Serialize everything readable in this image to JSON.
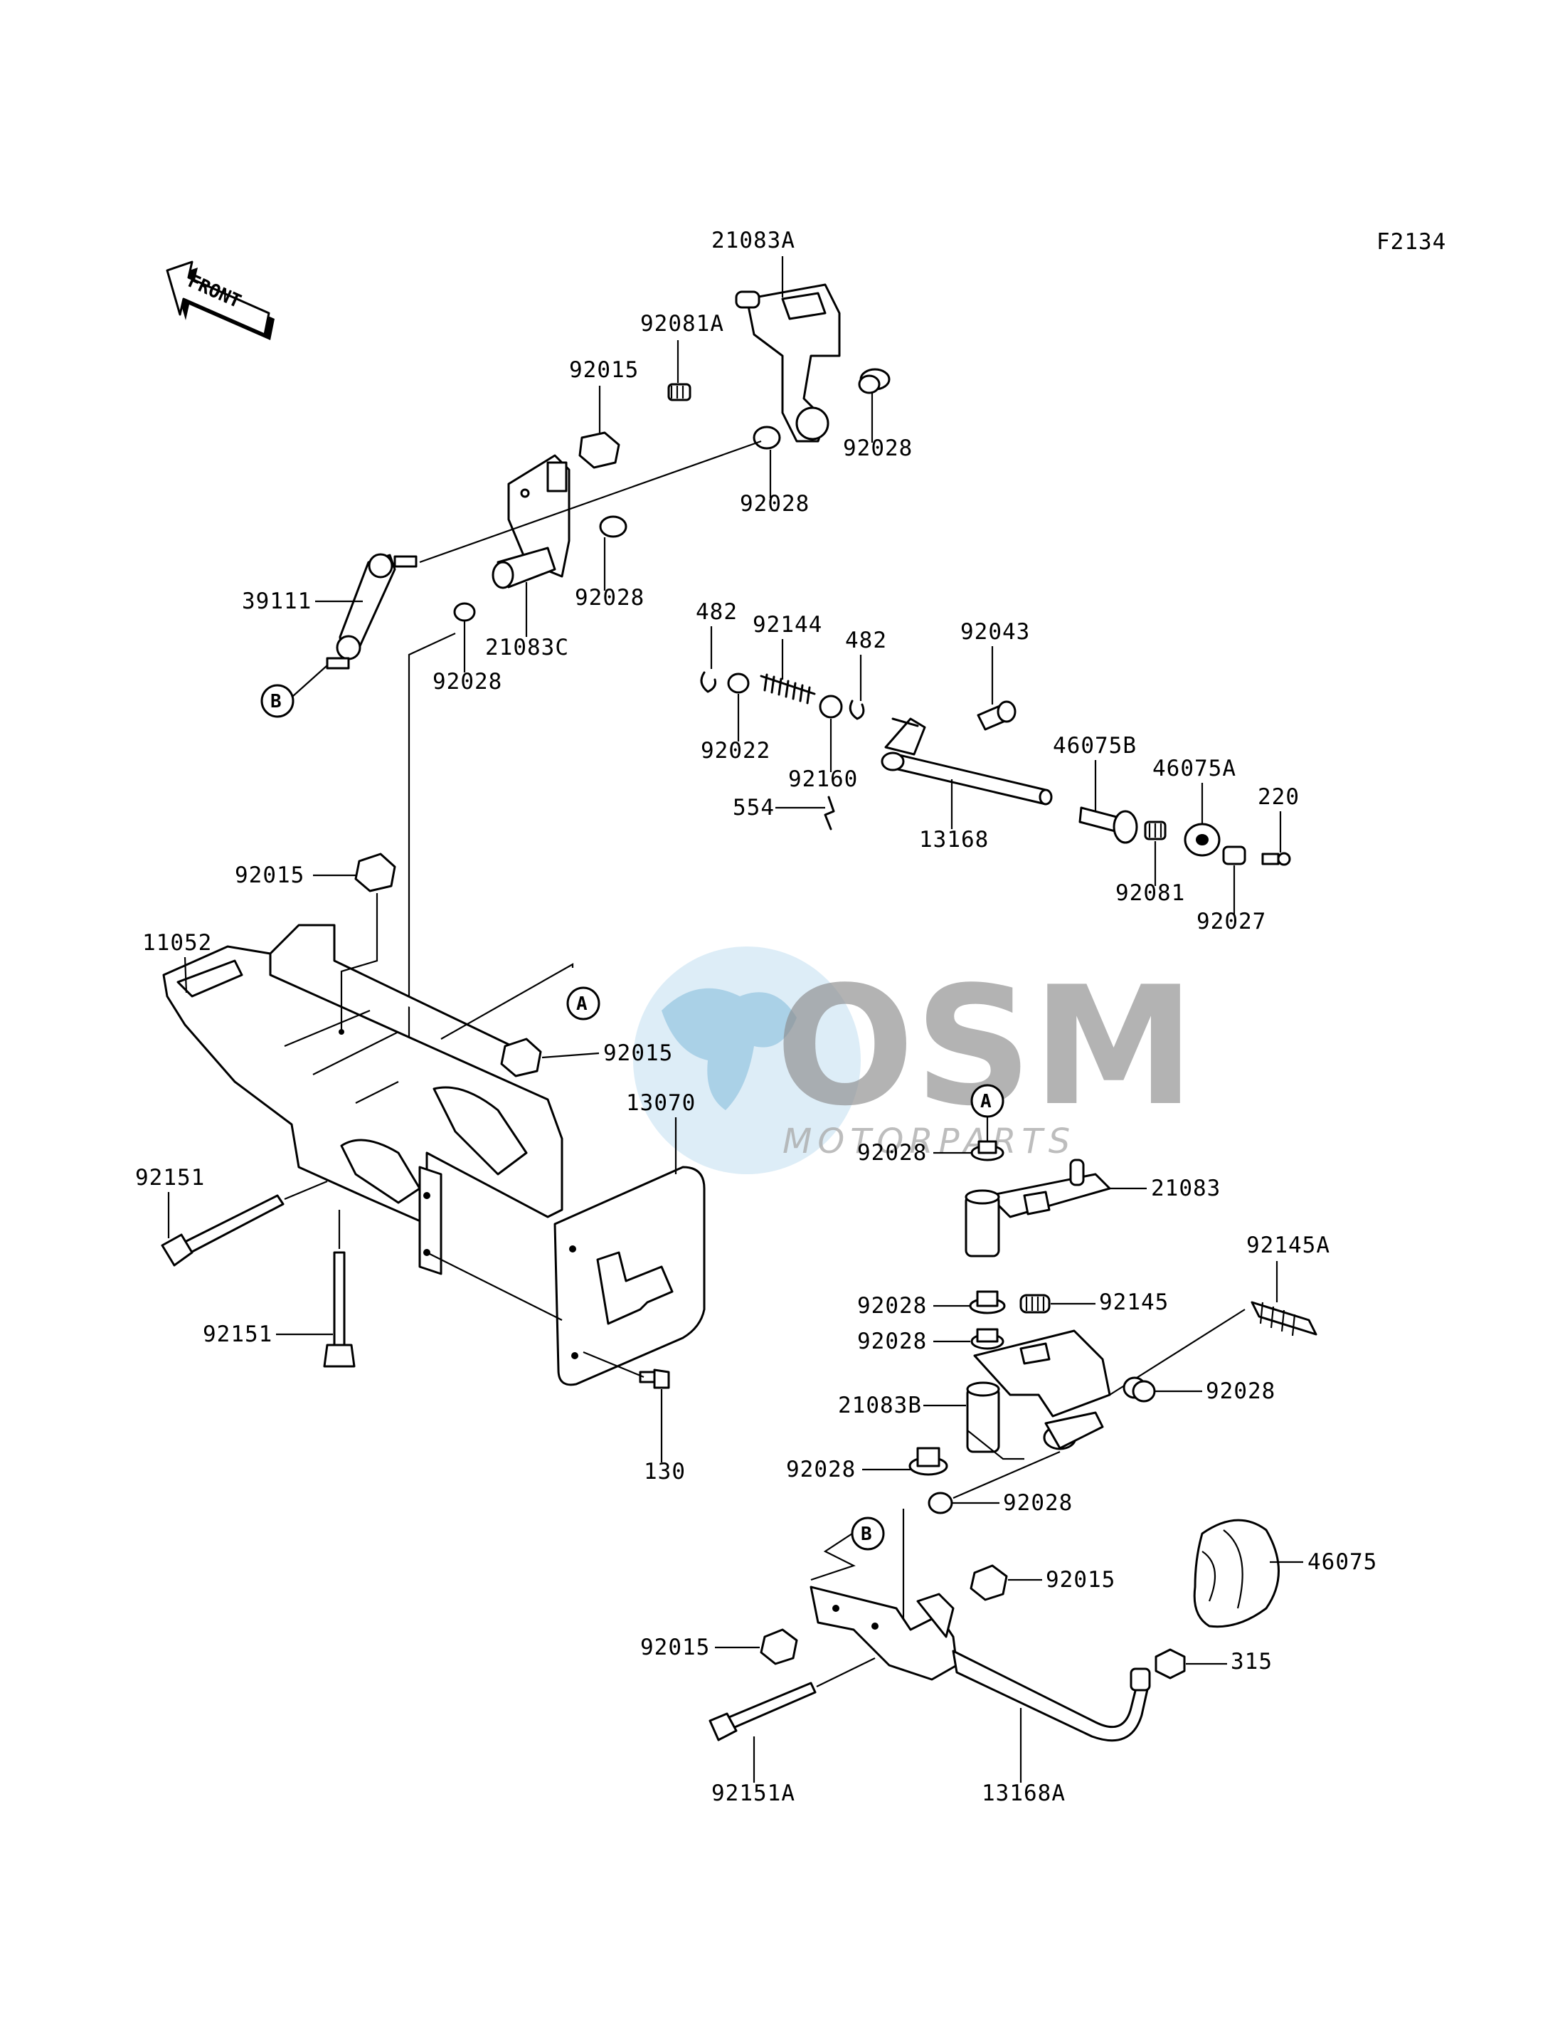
{
  "figure_code": "F2134",
  "front_label": "FRONT",
  "watermark": {
    "brand": "OSM",
    "sub": "MOTORPARTS"
  },
  "ref_markers": {
    "a": "A",
    "b": "B"
  },
  "labels": {
    "l21083A": "21083A",
    "l92081A": "92081A",
    "l92015_top": "92015",
    "l92028_r1": "92028",
    "l92028_r2": "92028",
    "l92028_c1": "92028",
    "l92028_c2": "92028",
    "l39111": "39111",
    "l21083C": "21083C",
    "l482_a": "482",
    "l92144": "92144",
    "l482_b": "482",
    "l92043": "92043",
    "l92022": "92022",
    "l92160": "92160",
    "l554": "554",
    "l13168": "13168",
    "l46075B": "46075B",
    "l46075A": "46075A",
    "l220": "220",
    "l92081": "92081",
    "l92027": "92027",
    "l92015_mid": "92015",
    "l11052": "11052",
    "l92015_br": "92015",
    "l13070": "13070",
    "l92151_a": "92151",
    "l92151_b": "92151",
    "l130": "130",
    "l92028_a1": "92028",
    "l21083": "21083",
    "l92145A": "92145A",
    "l92028_a2": "92028",
    "l92145": "92145",
    "l92028_a3": "92028",
    "l92028_a4": "92028",
    "l21083B": "21083B",
    "l92028_a5": "92028",
    "l92028_a6": "92028",
    "l46075": "46075",
    "l92015_lo1": "92015",
    "l92015_lo2": "92015",
    "l315": "315",
    "l92151A": "92151A",
    "l13168A": "13168A"
  }
}
